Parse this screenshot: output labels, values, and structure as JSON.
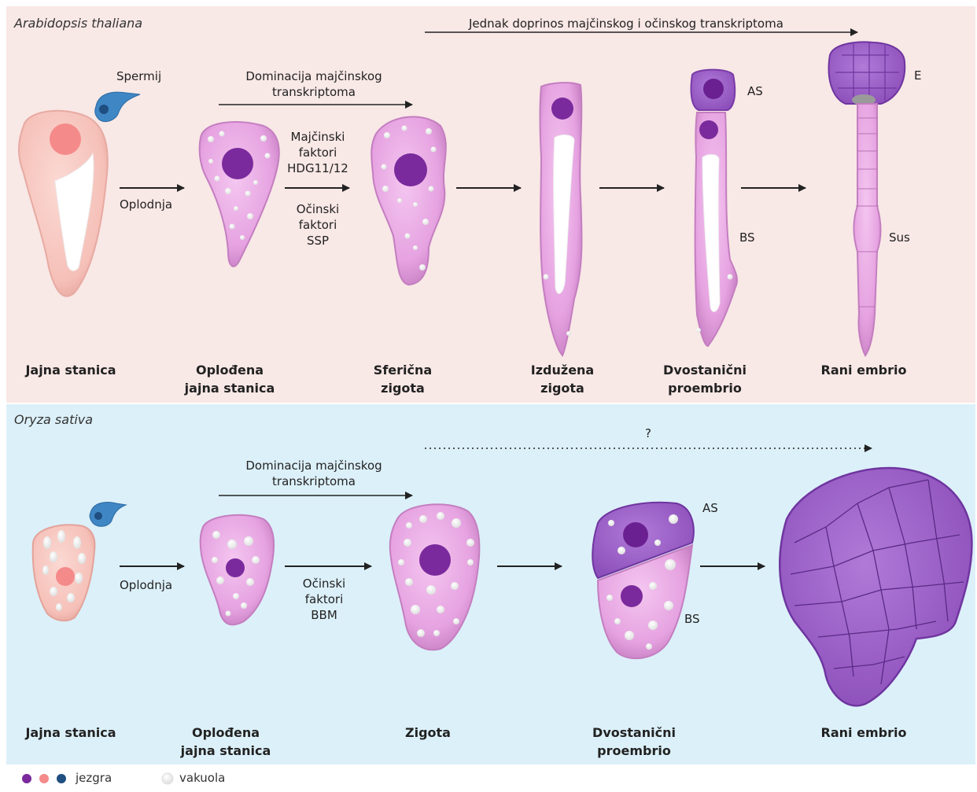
{
  "colors": {
    "top_background": "#f8e8e6",
    "bottom_background": "#dcf0f9",
    "nucleus_purple": "#7a2a9c",
    "nucleus_pink": "#f58a8a",
    "nucleus_blue": "#1f4e80",
    "cell_pink": "#e9a9e4",
    "egg_cell": "#f7c9c2",
    "sperm_blue": "#3f86c4",
    "embryo_purple": "#9a5cc6"
  },
  "top": {
    "species": "Arabidopsis thaliana",
    "equal_contribution": "Jednak doprinos majčinskog i očinskog transkriptoma",
    "sperm": "Spermij",
    "maternal_dominance_line1": "Dominacija majčinskog",
    "maternal_dominance_line2": "transkriptoma",
    "fertilization": "Oplodnja",
    "maternal_factors_line1": "Majčinski",
    "maternal_factors_line2": "faktori",
    "maternal_factors_line3": "HDG11/12",
    "paternal_factors_line1": "Očinski",
    "paternal_factors_line2": "faktori",
    "paternal_factors_line3": "SSP",
    "tag_as": "AS",
    "tag_bs": "BS",
    "tag_e": "E",
    "tag_sus": "Sus",
    "stages": [
      {
        "line1": "Jajna stanica",
        "line2": ""
      },
      {
        "line1": "Oplođena",
        "line2": "jajna stanica"
      },
      {
        "line1": "Sferična",
        "line2": "zigota"
      },
      {
        "line1": "Izdužena",
        "line2": "zigota"
      },
      {
        "line1": "Dvostanični",
        "line2": "proembrio"
      },
      {
        "line1": "Rani embrio",
        "line2": ""
      }
    ]
  },
  "bottom": {
    "species": "Oryza sativa",
    "unknown": "?",
    "maternal_dominance_line1": "Dominacija majčinskog",
    "maternal_dominance_line2": "transkriptoma",
    "fertilization": "Oplodnja",
    "paternal_factors_line1": "Očinski",
    "paternal_factors_line2": "faktori",
    "paternal_factors_line3": "BBM",
    "tag_as": "AS",
    "tag_bs": "BS",
    "stages": [
      {
        "line1": "Jajna stanica",
        "line2": ""
      },
      {
        "line1": "Oplođena",
        "line2": "jajna stanica"
      },
      {
        "line1": "Zigota",
        "line2": ""
      },
      {
        "line1": "Dvostanični",
        "line2": "proembrio"
      },
      {
        "line1": "Rani embrio",
        "line2": ""
      }
    ]
  },
  "legend": {
    "nucleus": "jezgra",
    "vacuole": "vakuola"
  }
}
